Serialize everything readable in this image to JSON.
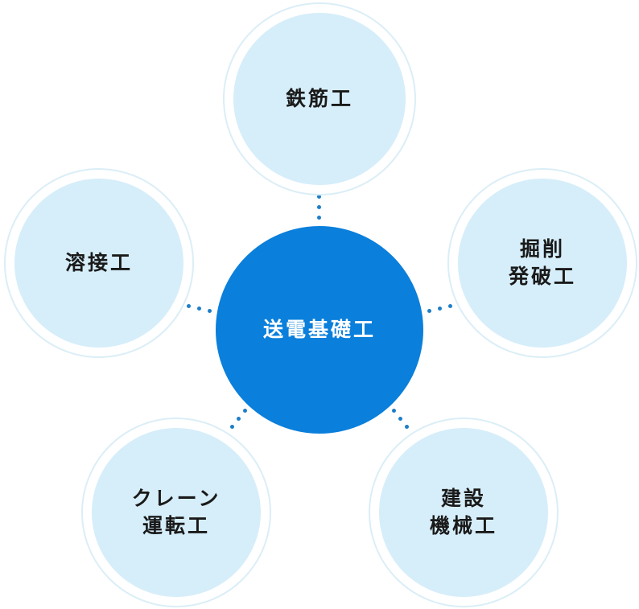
{
  "center": {
    "label": "送電基礎工"
  },
  "nodes": [
    {
      "id": "top",
      "label": "鉄筋工"
    },
    {
      "id": "left",
      "label": "溶接工"
    },
    {
      "id": "right",
      "label": "掘削\n発破工"
    },
    {
      "id": "bottom-left",
      "label": "クレーン\n運転工"
    },
    {
      "id": "bottom-right",
      "label": "建設\n機械工"
    }
  ],
  "colors": {
    "center_fill": "#0a7fdb",
    "node_fill": "#d6eefa",
    "node_ring": "#dbeef7",
    "connector": "#1e7ec8"
  }
}
